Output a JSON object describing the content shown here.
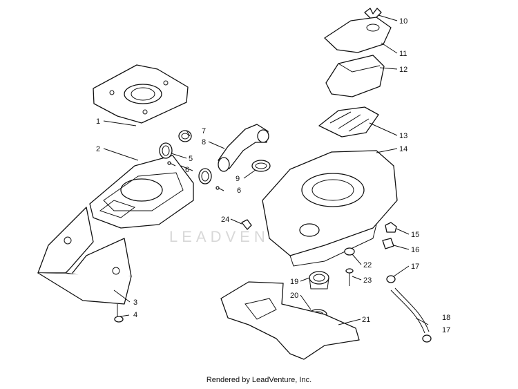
{
  "watermark": "LEADVENTURE",
  "footer": "Rendered by LeadVenture, Inc.",
  "callouts": [
    "1",
    "2",
    "3",
    "4",
    "5",
    "6",
    "7",
    "8",
    "9",
    "10",
    "11",
    "12",
    "13",
    "14",
    "15",
    "16",
    "17",
    "18",
    "19",
    "20",
    "21",
    "22",
    "23",
    "24"
  ],
  "colors": {
    "line": "#111111",
    "background": "#ffffff",
    "watermark": "#d8d8d8"
  }
}
